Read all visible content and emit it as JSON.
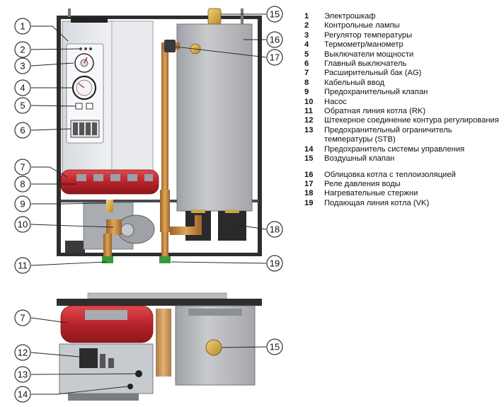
{
  "callouts_top": [
    {
      "n": "1"
    },
    {
      "n": "2"
    },
    {
      "n": "3"
    },
    {
      "n": "4"
    },
    {
      "n": "5"
    },
    {
      "n": "6"
    },
    {
      "n": "7"
    },
    {
      "n": "8"
    },
    {
      "n": "9"
    },
    {
      "n": "10"
    },
    {
      "n": "11"
    },
    {
      "n": "15"
    },
    {
      "n": "16"
    },
    {
      "n": "17"
    },
    {
      "n": "18"
    },
    {
      "n": "19"
    }
  ],
  "callouts_bottom": [
    {
      "n": "7"
    },
    {
      "n": "12"
    },
    {
      "n": "13"
    },
    {
      "n": "14"
    },
    {
      "n": "15"
    }
  ],
  "legend": {
    "group1": [
      {
        "num": "1",
        "text": "Электрошкаф"
      },
      {
        "num": "2",
        "text": "Контрольные лампы"
      },
      {
        "num": "3",
        "text": "Регулятор температуры"
      },
      {
        "num": "4",
        "text": "Термометр/манометр"
      },
      {
        "num": "5",
        "text": "Выключатели мощности"
      },
      {
        "num": "6",
        "text": "Главный выключатель"
      },
      {
        "num": "7",
        "text": "Расширительный бак (AG)"
      },
      {
        "num": "8",
        "text": "Кабельный ввод"
      },
      {
        "num": "9",
        "text": "Предохранительный клапан"
      },
      {
        "num": "10",
        "text": "Насос"
      },
      {
        "num": "11",
        "text": "Обратная линия котла (RK)"
      },
      {
        "num": "12",
        "text": "Штекерное соединение контура регулирования"
      },
      {
        "num": "13",
        "text": "Предохранительный ограничитель температуры (STB)"
      },
      {
        "num": "14",
        "text": "Предохранитель системы управления"
      },
      {
        "num": "15",
        "text": "Воздушный клапан"
      }
    ],
    "group2": [
      {
        "num": "16",
        "text": "Облицовка котла с теплоизоляцией"
      },
      {
        "num": "17",
        "text": "Реле давления воды"
      },
      {
        "num": "18",
        "text": "Нагревательные стержни"
      },
      {
        "num": "19",
        "text": "Подающая линия котла (VK)"
      }
    ]
  },
  "colors": {
    "frame": "#2e2e2e",
    "cabinet": "#e4e6ea",
    "tank_red": "#c0272d",
    "pipe_copper": "#c98a3c",
    "vessel_gray": "#b9bbbf",
    "pipe_green": "#3a9a3a"
  }
}
